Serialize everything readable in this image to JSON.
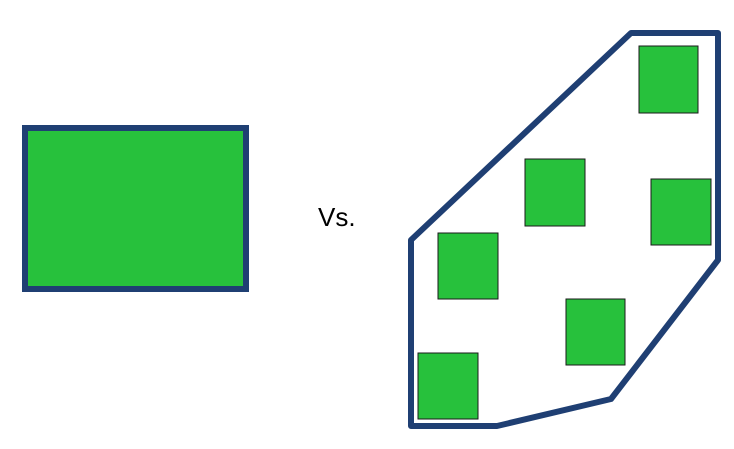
{
  "diagram": {
    "separator_text": "Vs.",
    "colors": {
      "outline": "#1F3F73",
      "fill_green": "#27C13C",
      "square_border": "#1a1a1a",
      "background": "#ffffff"
    },
    "left_shape": {
      "kind": "single-solid-rectangle"
    },
    "right_shape": {
      "kind": "irregular-polygon-with-scattered-squares",
      "square_count": 6
    }
  }
}
